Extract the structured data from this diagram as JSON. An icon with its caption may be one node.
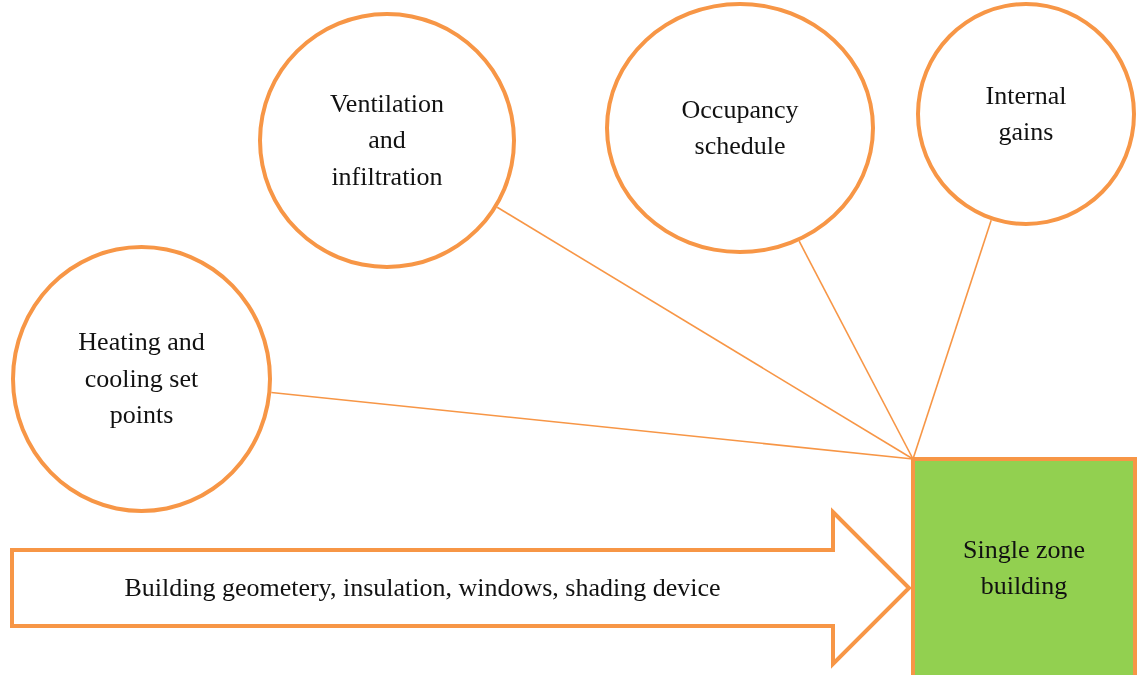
{
  "diagram": {
    "nodes": [
      {
        "text": [
          "Ventilation and infiltration"
        ]
      },
      {
        "text": [
          "Occupancy schedule"
        ]
      },
      {
        "text": [
          "Internal gains"
        ]
      },
      {
        "text": [
          "Heating and cooling set points"
        ]
      },
      {
        "text": [
          "Single zone building"
        ]
      }
    ],
    "edges": [
      {
        "from": 0,
        "to": 4,
        "arrow": "none"
      },
      {
        "from": 1,
        "to": 4,
        "arrow": "none"
      },
      {
        "from": 2,
        "to": 4,
        "arrow": "none"
      },
      {
        "from": 3,
        "to": 4,
        "arrow": "none"
      },
      {
        "from": null,
        "to": 4,
        "arrow": "to",
        "style": "thick",
        "label": "Building geometery, insulation, windows, shading device"
      }
    ]
  }
}
